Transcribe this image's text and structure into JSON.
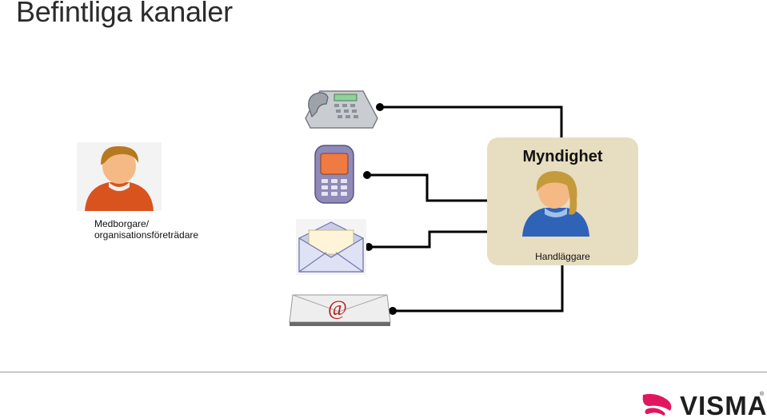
{
  "page": {
    "title": "Befintliga kanaler"
  },
  "citizen": {
    "label_line1": "Medborgare/",
    "label_line2": "organisationsföreträdare"
  },
  "channels": [
    {
      "icon": "desk-phone-icon"
    },
    {
      "icon": "mobile-phone-icon"
    },
    {
      "icon": "letter-envelope-icon"
    },
    {
      "icon": "email-envelope-icon"
    }
  ],
  "agency": {
    "title": "Myndighet",
    "role": "Handläggare",
    "background": "#e7ddc0"
  },
  "brand": {
    "name": "VISMA",
    "color": "#e2165e"
  }
}
